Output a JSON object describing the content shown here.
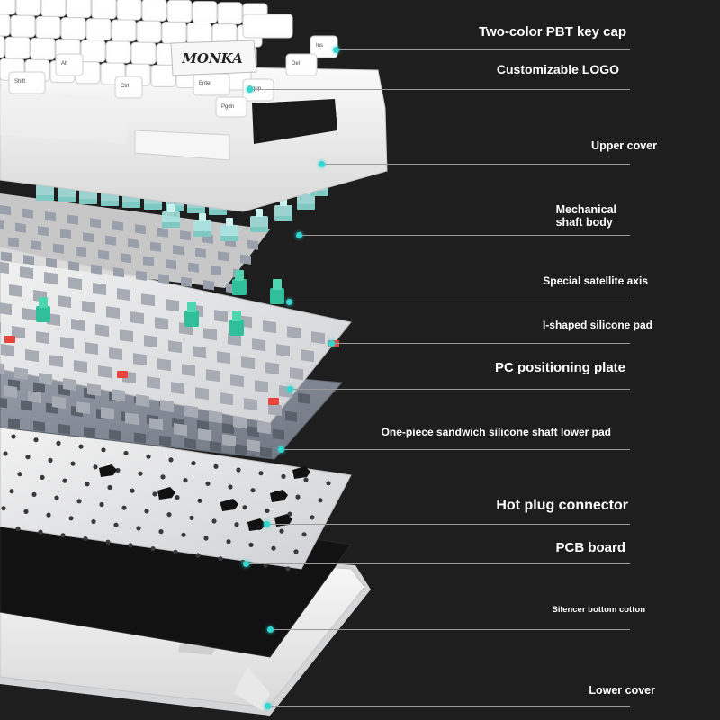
{
  "callouts": [
    {
      "id": "keycap",
      "text": "Two-color PBT key cap"
    },
    {
      "id": "logo",
      "text": "Customizable LOGO"
    },
    {
      "id": "upper-cover",
      "text": "Upper cover"
    },
    {
      "id": "switch",
      "text": "Mechanical\nshaft body"
    },
    {
      "id": "stabilizer",
      "text": "Special satellite axis"
    },
    {
      "id": "i-pad",
      "text": "I-shaped silicone pad"
    },
    {
      "id": "plate",
      "text": "PC positioning plate"
    },
    {
      "id": "sandwich-pad",
      "text": "One-piece sandwich silicone shaft lower pad"
    },
    {
      "id": "hotswap",
      "text": "Hot plug connector"
    },
    {
      "id": "pcb",
      "text": "PCB board"
    },
    {
      "id": "bottom-cotton",
      "text": "Silencer bottom cotton"
    },
    {
      "id": "lower-cover",
      "text": "Lower cover"
    }
  ],
  "keycap_legends": [
    "Ins",
    "Del",
    "Enter",
    "Ctrl",
    "Alt",
    "Pgup",
    "Pgdn",
    "Shift"
  ],
  "logo_text": "MONKA",
  "colors": {
    "background": "#1e1e1e",
    "accent_dot": "#35d6d0",
    "switch": "#a7e3df",
    "stabilizer": "#2fbf9a",
    "silicone_pad": "#e8453c"
  }
}
